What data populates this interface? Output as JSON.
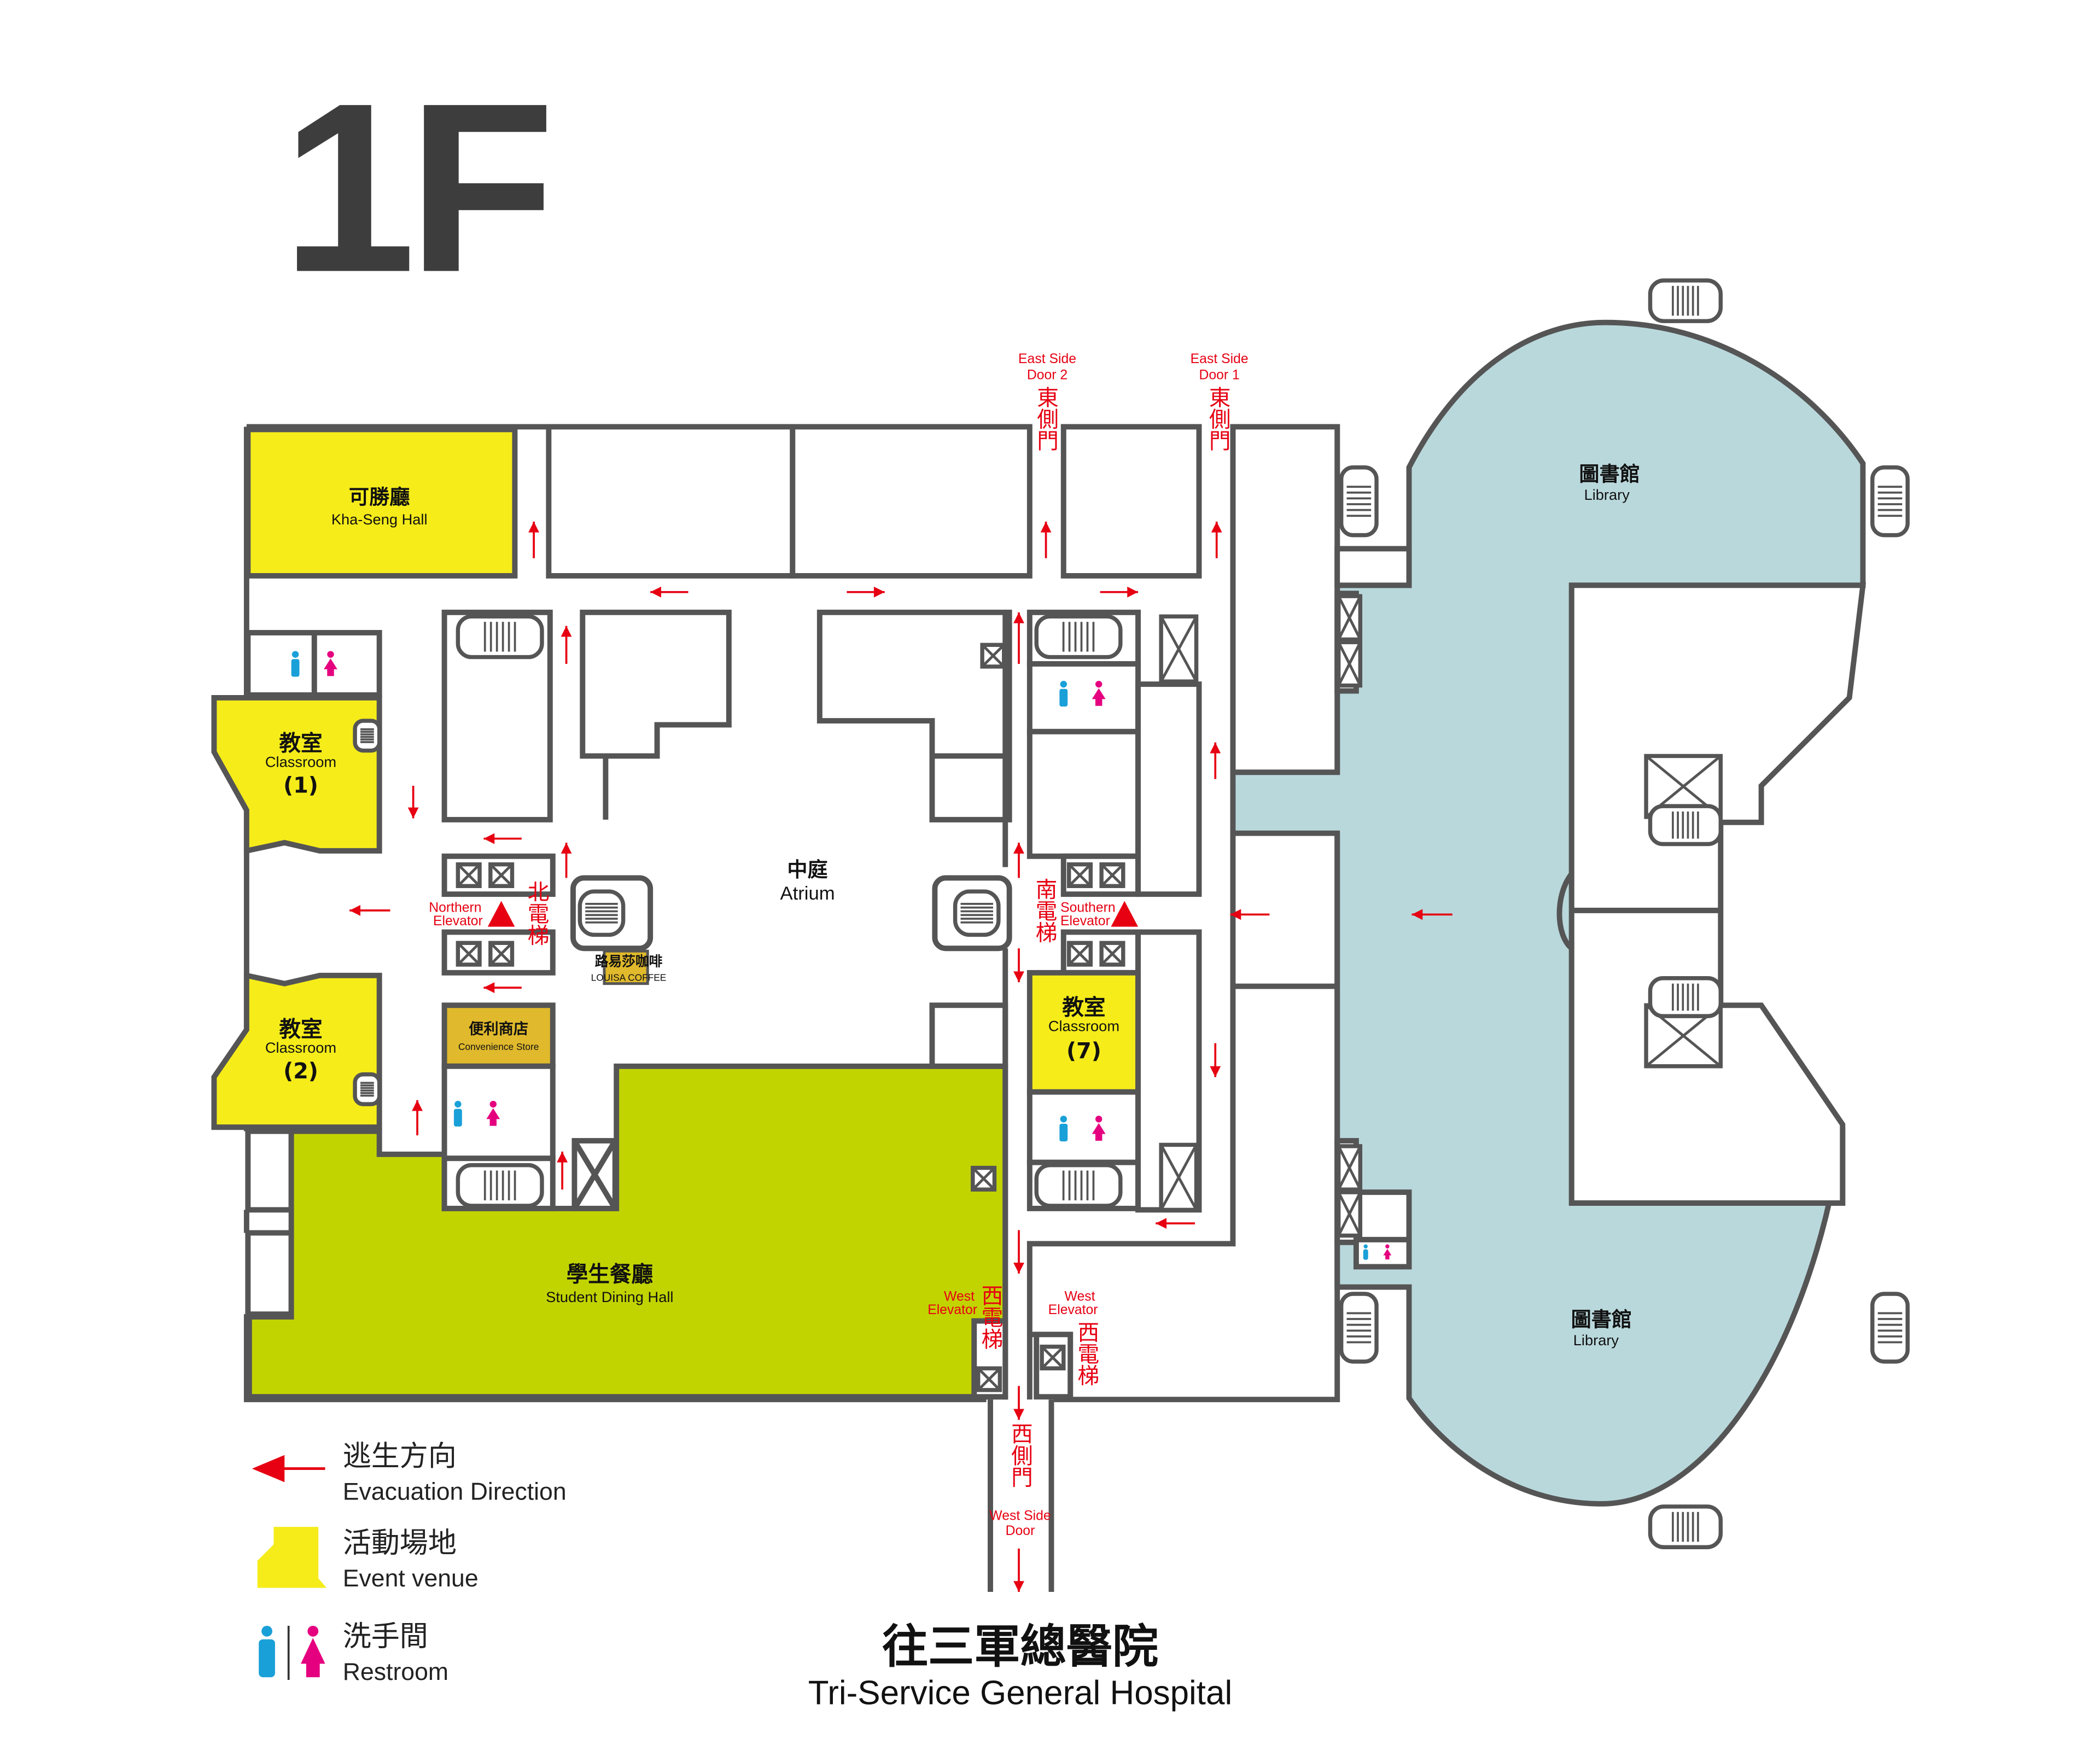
{
  "floor_title": "1F",
  "colors": {
    "wall": "#555555",
    "event": "#f5ec1a",
    "dining": "#c2d400",
    "store": "#e0b92c",
    "library": "#b9d8dc",
    "evac": "#e60012",
    "male": "#1aa0d8",
    "female": "#e5007f"
  },
  "rooms": {
    "kha_seng": {
      "cn": "可勝廳",
      "en": "Kha-Seng Hall"
    },
    "classroom1": {
      "cn": "教室",
      "en": "Classroom",
      "num": "(1)"
    },
    "classroom2": {
      "cn": "教室",
      "en": "Classroom",
      "num": "(2)"
    },
    "classroom7": {
      "cn": "教室",
      "en": "Classroom",
      "num": "(7)"
    },
    "atrium": {
      "cn": "中庭",
      "en": "Atrium"
    },
    "louisa": {
      "cn": "路易莎咖啡",
      "en": "LOUISA COFFEE"
    },
    "store": {
      "cn": "便利商店",
      "en": "Convenience Store"
    },
    "dining": {
      "cn": "學生餐廳",
      "en": "Student Dining Hall"
    },
    "library_top": {
      "cn": "圖書館",
      "en": "Library"
    },
    "library_bottom": {
      "cn": "圖書館",
      "en": "Library"
    }
  },
  "elevators": {
    "north": {
      "cn": "北電梯",
      "en1": "Northern",
      "en2": "Elevator"
    },
    "south": {
      "cn": "南電梯",
      "en1": "Southern",
      "en2": "Elevator"
    },
    "west_a": {
      "cn": "西電梯",
      "en1": "West",
      "en2": "Elevator"
    },
    "west_b": {
      "cn": "西電梯",
      "en1": "West",
      "en2": "Elevator"
    }
  },
  "doors": {
    "east2": {
      "cn": "東側門",
      "en1": "East Side",
      "en2": "Door  2"
    },
    "east1": {
      "cn": "東側門",
      "en1": "East Side",
      "en2": "Door  1"
    },
    "west": {
      "cn": "西側門",
      "en1": "West Side",
      "en2": "Door"
    }
  },
  "legend": [
    {
      "cn": "逃生方向",
      "en": "Evacuation Direction"
    },
    {
      "cn": "活動場地",
      "en": "Event venue"
    },
    {
      "cn": "洗手間",
      "en": "Restroom"
    }
  ],
  "destination": {
    "cn": "往三軍總醫院",
    "en": "Tri-Service General Hospital"
  }
}
